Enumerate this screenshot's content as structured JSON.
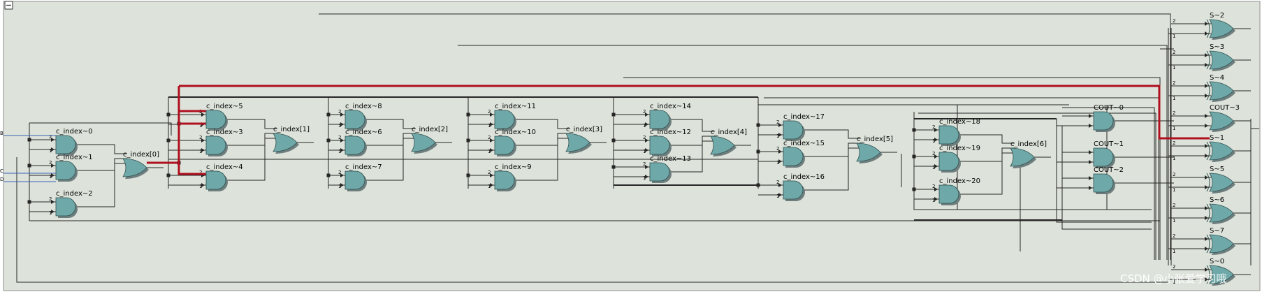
{
  "colors": {
    "background": "#dde3da",
    "gate_fill": "#6fa8a8",
    "gate_shadow": "#6e7e7e",
    "wire": "#262626",
    "highlight": "#b0101f",
    "frame": "#8f8f8f"
  },
  "toolbar": {
    "collapse_icon": "minus-box-icon"
  },
  "gates": [
    {
      "id": "c_index~0",
      "type": "and",
      "label": "c_index~0"
    },
    {
      "id": "c_index~1",
      "type": "and",
      "label": "c_index~1"
    },
    {
      "id": "c_index~2",
      "type": "and",
      "label": "c_index~2"
    },
    {
      "id": "c_index[0]",
      "type": "or",
      "label": "c_index[0]"
    },
    {
      "id": "c_index~5",
      "type": "and",
      "label": "c_index~5"
    },
    {
      "id": "c_index~3",
      "type": "and",
      "label": "c_index~3"
    },
    {
      "id": "c_index~4",
      "type": "and",
      "label": "c_index~4"
    },
    {
      "id": "c_index[1]",
      "type": "or",
      "label": "c_index[1]"
    },
    {
      "id": "c_index~8",
      "type": "and",
      "label": "c_index~8"
    },
    {
      "id": "c_index~6",
      "type": "and",
      "label": "c_index~6"
    },
    {
      "id": "c_index~7",
      "type": "and",
      "label": "c_index~7"
    },
    {
      "id": "c_index[2]",
      "type": "or",
      "label": "c_index[2]"
    },
    {
      "id": "c_index~11",
      "type": "and",
      "label": "c_index~11"
    },
    {
      "id": "c_index~10",
      "type": "and",
      "label": "c_index~10"
    },
    {
      "id": "c_index~9",
      "type": "and",
      "label": "c_index~9"
    },
    {
      "id": "c_index[3]",
      "type": "or",
      "label": "c_index[3]"
    },
    {
      "id": "c_index~14",
      "type": "and",
      "label": "c_index~14"
    },
    {
      "id": "c_index~12",
      "type": "and",
      "label": "c_index~12"
    },
    {
      "id": "c_index~13",
      "type": "and",
      "label": "c_index~13"
    },
    {
      "id": "c_index[4]",
      "type": "or",
      "label": "c_index[4]"
    },
    {
      "id": "c_index~17",
      "type": "and",
      "label": "c_index~17"
    },
    {
      "id": "c_index~15",
      "type": "and",
      "label": "c_index~15"
    },
    {
      "id": "c_index~16",
      "type": "and",
      "label": "c_index~16"
    },
    {
      "id": "c_index[5]",
      "type": "or",
      "label": "c_index[5]"
    },
    {
      "id": "c_index~18",
      "type": "and",
      "label": "c_index~18"
    },
    {
      "id": "c_index~19",
      "type": "and",
      "label": "c_index~19"
    },
    {
      "id": "c_index~20",
      "type": "and",
      "label": "c_index~20"
    },
    {
      "id": "c_index[6]",
      "type": "or",
      "label": "c_index[6]"
    },
    {
      "id": "COUT~0",
      "type": "and",
      "label": "COUT~0"
    },
    {
      "id": "COUT~1",
      "type": "and",
      "label": "COUT~1"
    },
    {
      "id": "COUT~2",
      "type": "and",
      "label": "COUT~2"
    },
    {
      "id": "S~2",
      "type": "xor",
      "label": "S~2"
    },
    {
      "id": "S~3",
      "type": "xor",
      "label": "S~3"
    },
    {
      "id": "S~4",
      "type": "xor",
      "label": "S~4"
    },
    {
      "id": "COUT~3",
      "type": "or",
      "label": "COUT~3"
    },
    {
      "id": "S~1",
      "type": "xor",
      "label": "S~1"
    },
    {
      "id": "S~5",
      "type": "xor",
      "label": "S~5"
    },
    {
      "id": "S~6",
      "type": "xor",
      "label": "S~6"
    },
    {
      "id": "S~7",
      "type": "xor",
      "label": "S~7"
    },
    {
      "id": "S~0",
      "type": "xor",
      "label": "S~0"
    }
  ],
  "input_markers": [
    "B",
    "C",
    "D"
  ],
  "watermark": "CSDN @小张爱学习哦"
}
